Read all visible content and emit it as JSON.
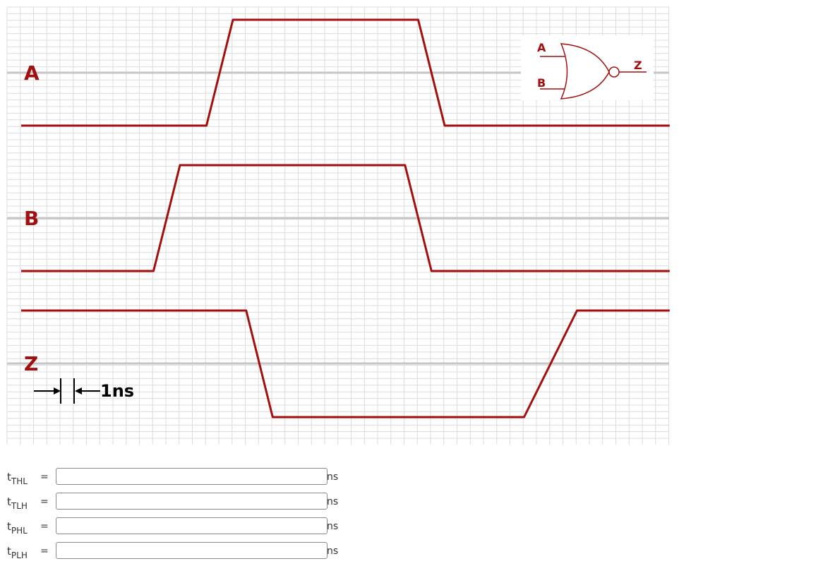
{
  "colors": {
    "wave": "#a30f0f",
    "grid": "#dcdcdc",
    "grid_major": "#c6c6c6",
    "scale": "#000000"
  },
  "diagram": {
    "signals": [
      {
        "label": "A",
        "levels": [
          0,
          0,
          1,
          1,
          0,
          0
        ],
        "times": [
          0,
          14,
          16,
          30,
          32,
          49
        ]
      },
      {
        "label": "B",
        "levels": [
          0,
          0,
          1,
          1,
          0,
          0
        ],
        "times": [
          0,
          10,
          12,
          29,
          31,
          49
        ]
      },
      {
        "label": "Z",
        "levels": [
          1,
          1,
          0,
          0,
          1,
          1
        ],
        "times": [
          0,
          17,
          19,
          38,
          42,
          49
        ]
      }
    ],
    "scale_label": "1ns",
    "gate": {
      "type": "NOR",
      "inputs": [
        "A",
        "B"
      ],
      "output": "Z"
    }
  },
  "fields": [
    {
      "sym": "t",
      "sub": "THL",
      "eq": "=",
      "value": "",
      "unit": "ns"
    },
    {
      "sym": "t",
      "sub": "TLH",
      "eq": "=",
      "value": "",
      "unit": "ns"
    },
    {
      "sym": "t",
      "sub": "PHL",
      "eq": "=",
      "value": "",
      "unit": "ns"
    },
    {
      "sym": "t",
      "sub": "PLH",
      "eq": "=",
      "value": "",
      "unit": "ns"
    }
  ]
}
